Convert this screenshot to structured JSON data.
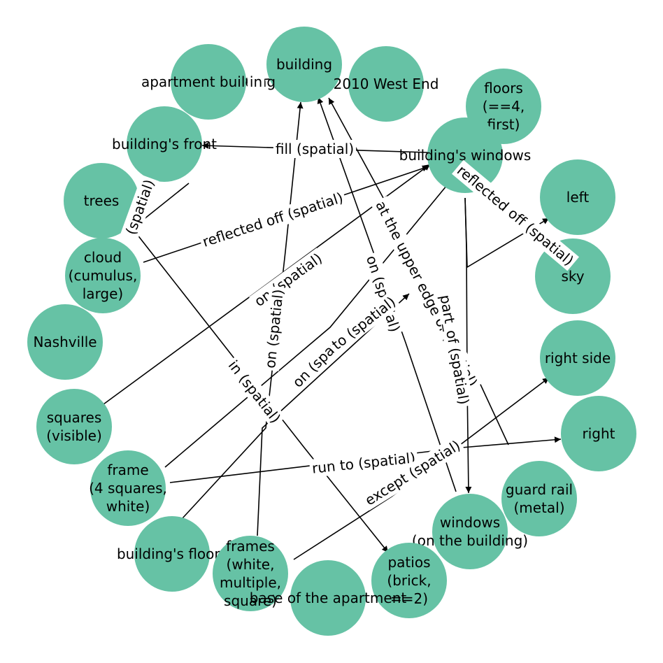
{
  "diagram": {
    "node_color": "#66c2a5",
    "edge_color": "#000000",
    "nodes": [
      {
        "id": "building",
        "lines": [
          "building"
        ]
      },
      {
        "id": "apartment_building",
        "lines": [
          "apartment building"
        ]
      },
      {
        "id": "west_end",
        "lines": [
          "2010 West End"
        ]
      },
      {
        "id": "floors",
        "lines": [
          "floors",
          "(==4,",
          "first)"
        ]
      },
      {
        "id": "building_front",
        "lines": [
          "building's front"
        ]
      },
      {
        "id": "building_windows",
        "lines": [
          "building's windows"
        ]
      },
      {
        "id": "trees",
        "lines": [
          "trees"
        ]
      },
      {
        "id": "left",
        "lines": [
          "left"
        ]
      },
      {
        "id": "cloud",
        "lines": [
          "cloud",
          "(cumulus,",
          "large)"
        ]
      },
      {
        "id": "sky",
        "lines": [
          "sky"
        ]
      },
      {
        "id": "nashville",
        "lines": [
          "Nashville"
        ]
      },
      {
        "id": "right_side",
        "lines": [
          "right side"
        ]
      },
      {
        "id": "squares",
        "lines": [
          "squares",
          "(visible)"
        ]
      },
      {
        "id": "right",
        "lines": [
          "right"
        ]
      },
      {
        "id": "frame",
        "lines": [
          "frame",
          "(4 squares,",
          "white)"
        ]
      },
      {
        "id": "guard_rail",
        "lines": [
          "guard rail",
          "(metal)"
        ]
      },
      {
        "id": "windows",
        "lines": [
          "windows",
          "(on the building)"
        ]
      },
      {
        "id": "building_floors",
        "lines": [
          "building's floors"
        ]
      },
      {
        "id": "frames",
        "lines": [
          "frames",
          "(white,",
          "multiple,",
          "square)"
        ]
      },
      {
        "id": "patios",
        "lines": [
          "patios",
          "(brick,",
          "==2)"
        ]
      },
      {
        "id": "base",
        "lines": [
          "base of the apartment"
        ]
      }
    ],
    "edges": [
      {
        "from": "apartment_building",
        "to": "building",
        "label": "in"
      },
      {
        "from": "building_windows",
        "to": "building_front",
        "label": "fill (spatial)"
      },
      {
        "from": "cloud",
        "to": "building_windows",
        "label": "reflected off (spatial)"
      },
      {
        "from": "building_windows",
        "to": "sky",
        "label": "reflected off (spatial)"
      },
      {
        "from": "squares",
        "to": "building_windows",
        "label": "on (spatial)"
      },
      {
        "from": "building_floors",
        "to": "building",
        "label": "on (spatial)"
      },
      {
        "from": "windows",
        "to": "building",
        "label": "on (spatial)"
      },
      {
        "from": "guard_rail",
        "to": "building",
        "label": "at the upper edge of (spatial)"
      },
      {
        "from": "frame",
        "to": "building_windows",
        "label": "on (spatial)"
      },
      {
        "from": "frames",
        "to": "left",
        "label": "to (spatial)"
      },
      {
        "from": "building_windows",
        "to": "windows",
        "label": "part_of (spatial)"
      },
      {
        "from": "trees",
        "to": "patios",
        "label": "in (spatial)"
      },
      {
        "from": "frame",
        "to": "right",
        "label": "run to (spatial)"
      },
      {
        "from": "base",
        "to": "right_side",
        "label": "except (spatial)"
      },
      {
        "from": "building_front",
        "to": "trees",
        "label": "(spatial)"
      }
    ]
  }
}
